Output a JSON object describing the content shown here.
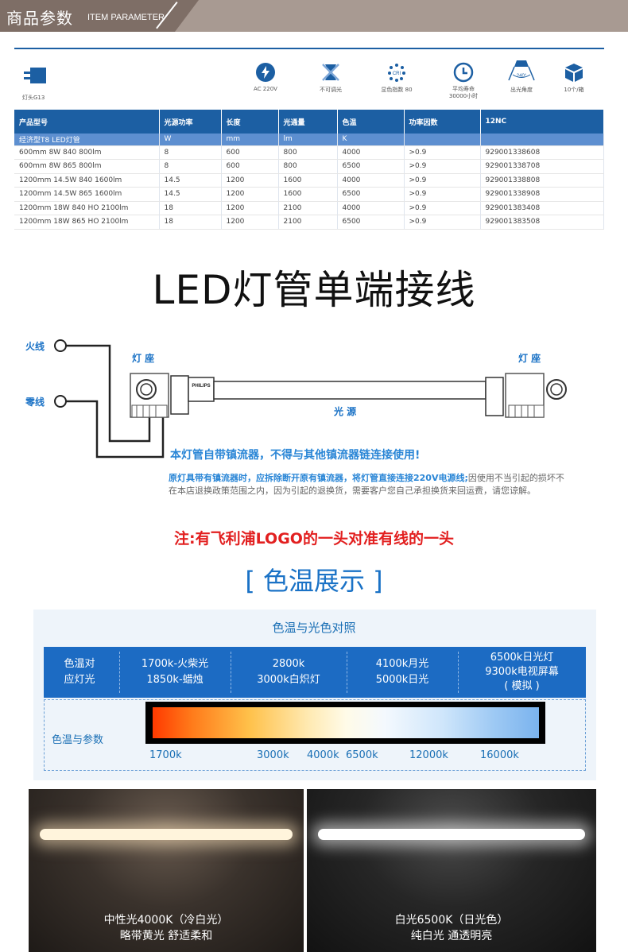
{
  "header": {
    "title_cn": "商品参数",
    "title_en": "ITEM PARAMETER"
  },
  "spec": {
    "socket_label": "灯头G13",
    "icons": [
      {
        "icon": "lightning-icon",
        "label": "AC 220V"
      },
      {
        "icon": "no-dimming-icon",
        "label": "不可调光"
      },
      {
        "icon": "cri-icon",
        "label": "显色指数 80",
        "glyph_text": "CRI"
      },
      {
        "icon": "clock-icon",
        "label": "平均寿命 30000小时"
      },
      {
        "icon": "beam-angle-icon",
        "label": "出光角度",
        "glyph_text": "240°"
      },
      {
        "icon": "box-icon",
        "label": "10个/箱"
      }
    ],
    "headers": [
      "产品型号",
      "光源功率",
      "长度",
      "光通量",
      "色温",
      "功率因数",
      "12NC"
    ],
    "units": [
      "经济型T8 LED灯管",
      "W",
      "mm",
      "lm",
      "K",
      "",
      ""
    ],
    "rows": [
      [
        "600mm 8W 840 800lm",
        "8",
        "600",
        "800",
        "4000",
        ">0.9",
        "929001338608"
      ],
      [
        "600mm 8W 865 800lm",
        "8",
        "600",
        "800",
        "6500",
        ">0.9",
        "929001338708"
      ],
      [
        "1200mm 14.5W 840 1600lm",
        "14.5",
        "1200",
        "1600",
        "4000",
        ">0.9",
        "929001338808"
      ],
      [
        "1200mm 14.5W 865 1600lm",
        "14.5",
        "1200",
        "1600",
        "6500",
        ">0.9",
        "929001338908"
      ],
      [
        "1200mm 18W 840 HO 2100lm",
        "18",
        "1200",
        "2100",
        "4000",
        ">0.9",
        "929001383408"
      ],
      [
        "1200mm 18W 865 HO 2100lm",
        "18",
        "1200",
        "2100",
        "6500",
        ">0.9",
        "929001383508"
      ]
    ]
  },
  "wiring": {
    "title": "LED灯管单端接线",
    "live_label": "火线",
    "neutral_label": "零线",
    "holder_left": "灯 座",
    "holder_right": "灯 座",
    "source_label": "光 源",
    "brand_text": "PHILIPS",
    "note_main": "本灯管自带镇流器，不得与其他镇流器链连接使用!",
    "note_detail_highlight": "原灯具带有镇流器时，应拆除断开原有镇流器，将灯管直接连接220V电源线;",
    "note_detail_rest": "因使用不当引起的损坏不在本店退换政策范围之内，因为引起的退换货，需要客户您自己承担换货来回运费，请您谅解。",
    "note_logo": "注:有飞利浦LOGO的一头对准有线的一头"
  },
  "color_temp": {
    "title": "[ 色温展示 ]",
    "subtitle": "色温与光色对照",
    "row_label": "色温对\n应灯光",
    "cells": [
      "1700k-火柴光\n1850k-蜡烛",
      "2800k\n3000k白炽灯",
      "4100k月光\n5000k日光",
      "6500k日光灯\n9300k电视屏幕\n( 模拟 )"
    ],
    "param_label": "色温与参数",
    "ticks": [
      "1700k",
      "3000k",
      "4000k",
      "6500k",
      "12000k",
      "16000k"
    ]
  },
  "photos": [
    {
      "line1": "中性光4000K（冷白光）",
      "line2": "略带黄光 舒适柔和"
    },
    {
      "line1": "白光6500K（日光色）",
      "line2": "纯白光 通透明亮"
    }
  ]
}
